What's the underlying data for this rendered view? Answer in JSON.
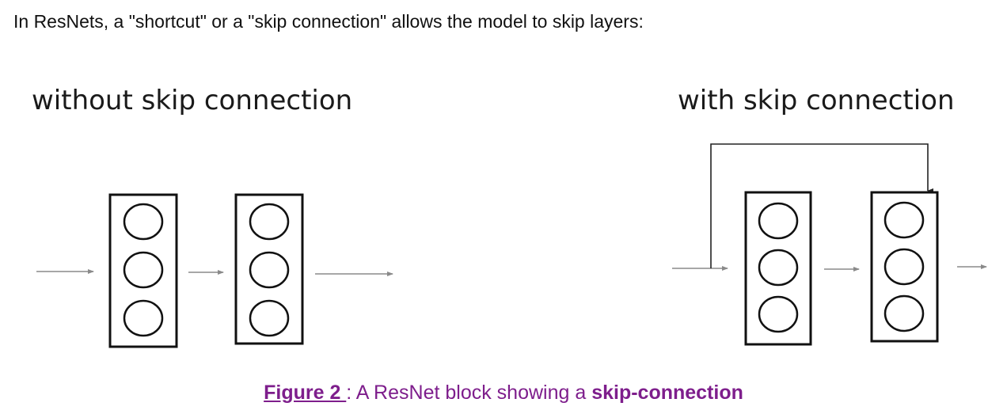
{
  "intro_text": "In ResNets, a \"shortcut\" or a \"skip connection\" allows the model to skip layers:",
  "diagram": {
    "left_title": "without skip connection",
    "right_title": "with skip connection",
    "colors": {
      "box_stroke": "#111111",
      "arrow": "#8a8a8a",
      "skip": "#222222",
      "caption": "#7e1e8c"
    }
  },
  "caption": {
    "label": "Figure 2 ",
    "separator": ": A ResNet block showing a ",
    "emphasis": "skip-connection"
  }
}
